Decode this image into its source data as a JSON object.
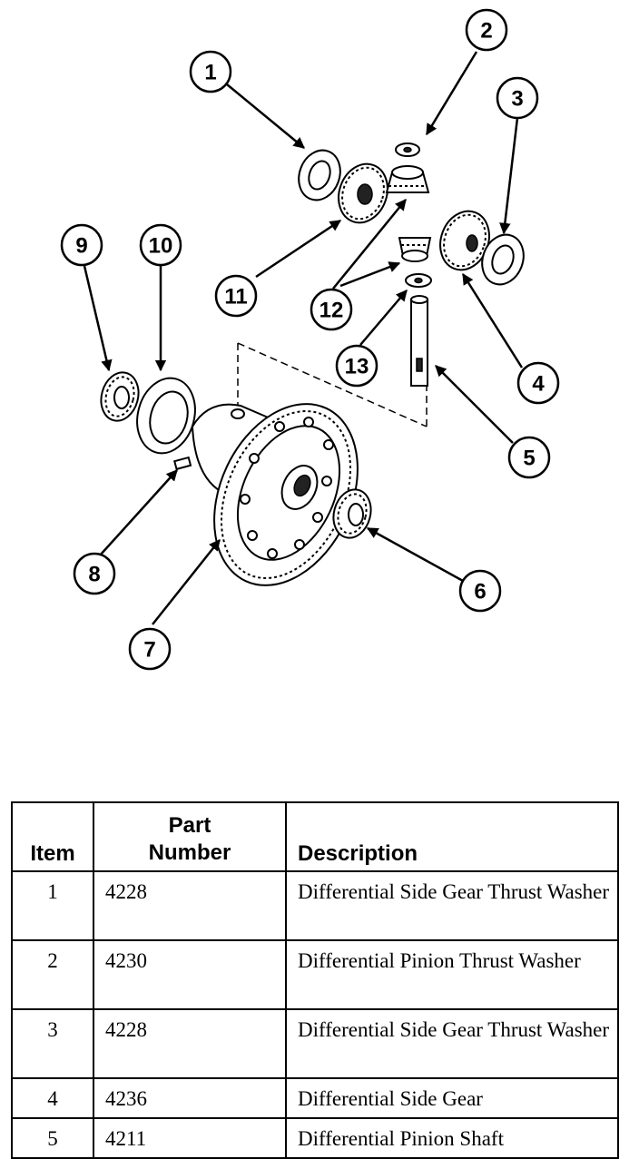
{
  "callouts": [
    "1",
    "2",
    "3",
    "4",
    "5",
    "6",
    "7",
    "8",
    "9",
    "10",
    "11",
    "12",
    "13"
  ],
  "table": {
    "headers": {
      "item": "Item",
      "part_line1": "Part",
      "part_line2": "Number",
      "description": "Description"
    },
    "rows": [
      {
        "item": "1",
        "part": "4228",
        "description": "Differential Side Gear Thrust Washer"
      },
      {
        "item": "2",
        "part": "4230",
        "description": "Differential Pinion Thrust Washer"
      },
      {
        "item": "3",
        "part": "4228",
        "description": "Differential Side Gear Thrust Washer"
      },
      {
        "item": "4",
        "part": "4236",
        "description": "Differential Side Gear"
      },
      {
        "item": "5",
        "part": "4211",
        "description": "Differential Pinion Shaft"
      }
    ]
  }
}
